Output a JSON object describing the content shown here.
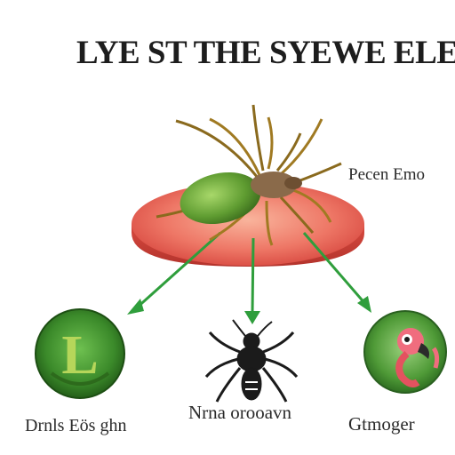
{
  "title": "LYE ST THE SYEWE ELES",
  "labels": {
    "callout": "Pecen Emo",
    "left": "Drnls Eös ghn",
    "center": "Nrna orooavn",
    "right": "Gtmoger"
  },
  "icons": {
    "tick_on_dish": "tick-icon",
    "left_circle": "letter-l-circle-icon",
    "center_insect": "mosquito-icon",
    "right_circle": "flamingo-circle-icon"
  },
  "colors": {
    "dish_red": "#e85a4f",
    "arrow_green": "#2f9e3c",
    "circle_green": "#3f8f2c",
    "title": "#1d1d1d"
  }
}
